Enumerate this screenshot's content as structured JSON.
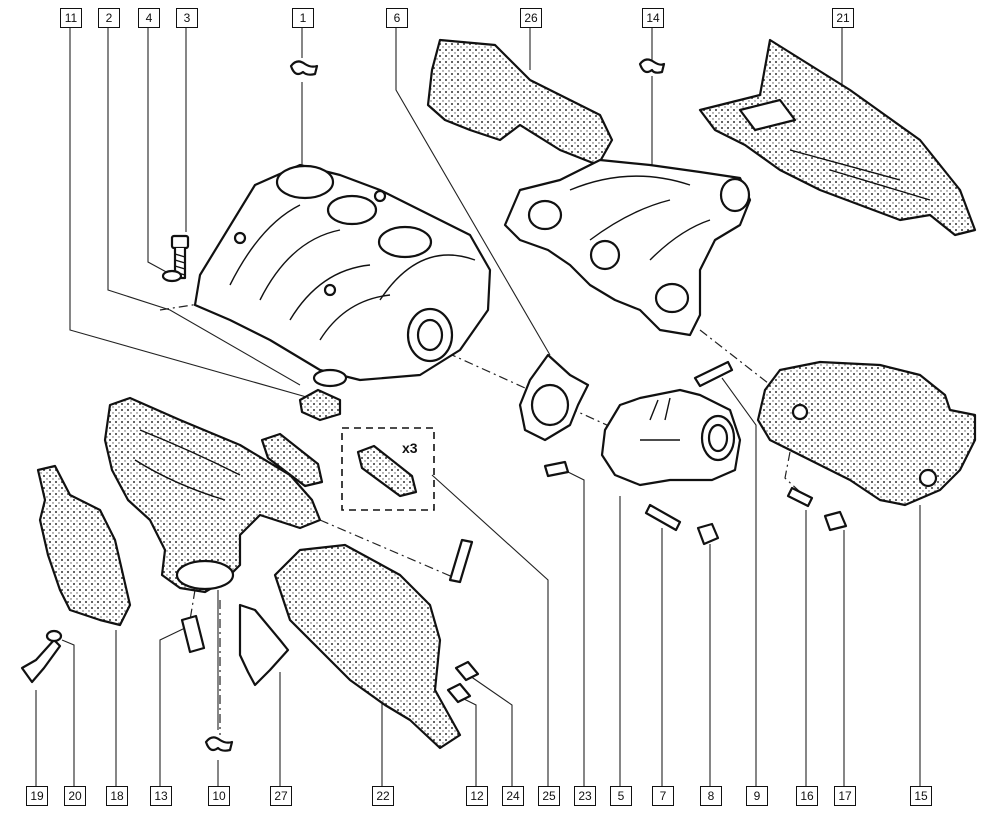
{
  "callouts": {
    "c11": "11",
    "c2": "2",
    "c4": "4",
    "c3": "3",
    "c1": "1",
    "c6": "6",
    "c26": "26",
    "c14": "14",
    "c21": "21",
    "c19": "19",
    "c20": "20",
    "c18": "18",
    "c13": "13",
    "c10": "10",
    "c27": "27",
    "c22": "22",
    "c12": "12",
    "c24": "24",
    "c25": "25",
    "c23": "23",
    "c5": "5",
    "c7": "7",
    "c8": "8",
    "c9": "9",
    "c16": "16",
    "c17": "17",
    "c15": "15"
  },
  "quantity_label": "x3"
}
